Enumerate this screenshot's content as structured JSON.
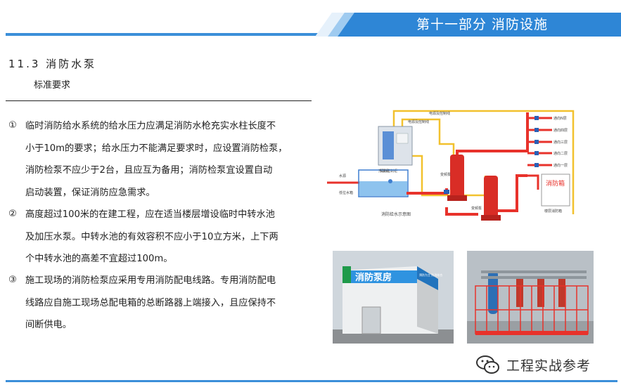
{
  "header": {
    "title": "第十一部分  消防设施"
  },
  "section": {
    "number_title": "11.3 消防水泵",
    "subtitle": "标准要求"
  },
  "items": [
    {
      "mark": "①",
      "lines": [
        "临时消防给水系统的给水压力应满足消防水枪充实水柱长度不",
        "小于10m的要求；给水压力不能满足要求时，应设置消防检泵，",
        "消防检泵不应少于2台，且应互为备用；消防检泵宜设置自动",
        "启动装置，保证消防应急需求。"
      ]
    },
    {
      "mark": "②",
      "lines": [
        "高度超过100米的在建工程，应在适当楼层增设临时中转水池",
        "及加压水泵。中转水池的有效容积不应小于10立方米，上下两",
        "个中转水池的高差不宜超过100m。"
      ]
    },
    {
      "mark": "③",
      "lines": [
        "施工现场的消防检泵应采用专用消防配电线路。专用消防配电",
        "线路应自施工现场总配电箱的总断路器上端接入，且应保持不",
        "间断供电。"
      ]
    }
  ],
  "diagram": {
    "label_power_1": "电源及控制线",
    "label_power_2": "电源及控制线",
    "label_cabinet": "消防控制柜",
    "label_water_in": "水源",
    "label_valve": "浮球阀",
    "label_tank": "低位水箱",
    "label_pump_1": "变频泵",
    "label_pump_2": "变频泵",
    "caption": "消防给水示意图",
    "floors": [
      "通向N层",
      "通向四层",
      "通向三层",
      "通向二层",
      "通向一层"
    ],
    "box_title": "消防箱",
    "box_caption": "楼层消防箱"
  },
  "photo_room": {
    "sign_1": "消防泵房",
    "sign_2": "预防为主 防消结合"
  },
  "watermark": {
    "text": "工程实战参考"
  },
  "colors": {
    "header": "#2e86d6",
    "pipe": "#e8322b",
    "wire": "#f2c12e"
  }
}
